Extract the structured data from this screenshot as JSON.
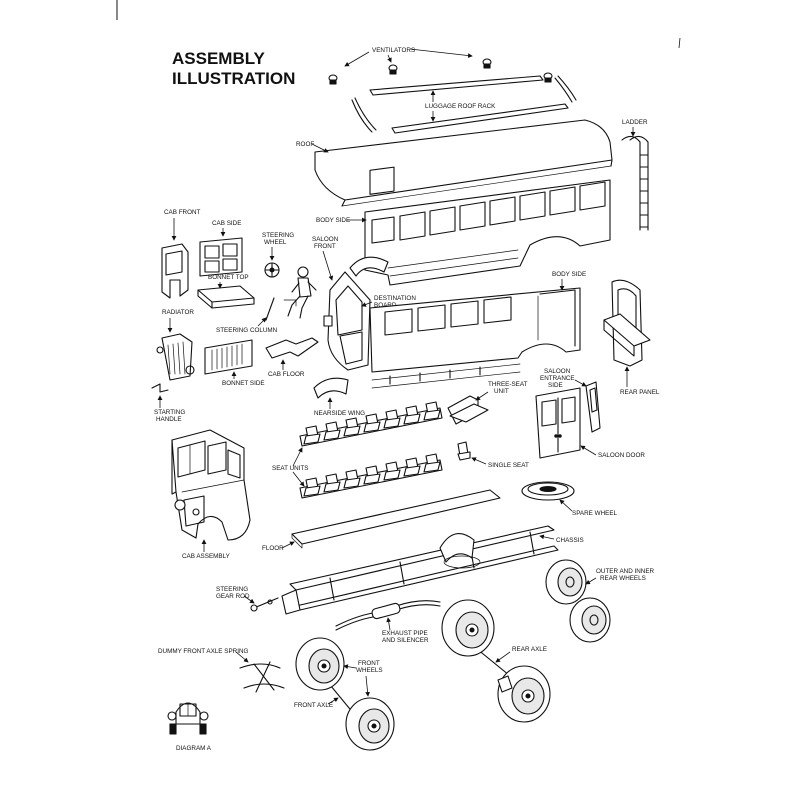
{
  "title": {
    "line1": "ASSEMBLY",
    "line2": "ILLUSTRATION"
  },
  "labels": {
    "ventilators": "VENTILATORS",
    "luggage_roof_rack": "LUGGAGE ROOF RACK",
    "roof": "ROOF",
    "ladder": "LADDER",
    "cab_front": "CAB FRONT",
    "cab_side": "CAB SIDE",
    "steering_wheel_1": "STEERING",
    "steering_wheel_2": "WHEEL",
    "body_side_upper": "BODY SIDE",
    "saloon_front_1": "SALOON",
    "saloon_front_2": "FRONT",
    "bonnet_top": "BONNET TOP",
    "destination_board_1": "DESTINATION",
    "destination_board_2": "BOARD",
    "body_side_lower": "BODY SIDE",
    "radiator": "RADIATOR",
    "steering_column": "STEERING COLUMN",
    "cab_floor": "CAB FLOOR",
    "bonnet_side": "BONNET SIDE",
    "rear_panel": "REAR PANEL",
    "three_seat_unit_1": "THREE-SEAT",
    "three_seat_unit_2": "UNIT",
    "saloon_entrance_1": "SALOON",
    "saloon_entrance_2": "ENTRANCE",
    "saloon_entrance_3": "SIDE",
    "starting_handle_1": "STARTING",
    "starting_handle_2": "HANDLE",
    "nearside_wing": "NEARSIDE WING",
    "single_seat": "SINGLE SEAT",
    "saloon_door": "SALOON DOOR",
    "seat_units": "SEAT UNITS",
    "spare_wheel": "SPARE WHEEL",
    "cab_assembly": "CAB ASSEMBLY",
    "floor": "FLOOR",
    "chassis": "CHASSIS",
    "outer_inner_rear_1": "OUTER AND INNER",
    "outer_inner_rear_2": "REAR WHEELS",
    "steering_gear_rod_1": "STEERING",
    "steering_gear_rod_2": "GEAR ROD",
    "exhaust_1": "EXHAUST PIPE",
    "exhaust_2": "AND SILENCER",
    "rear_axle": "REAR AXLE",
    "dummy_front_axle_spring": "DUMMY FRONT AXLE SPRING",
    "front_wheels_1": "FRONT",
    "front_wheels_2": "WHEELS",
    "front_axle": "FRONT AXLE",
    "diagram_a": "DIAGRAM A"
  }
}
